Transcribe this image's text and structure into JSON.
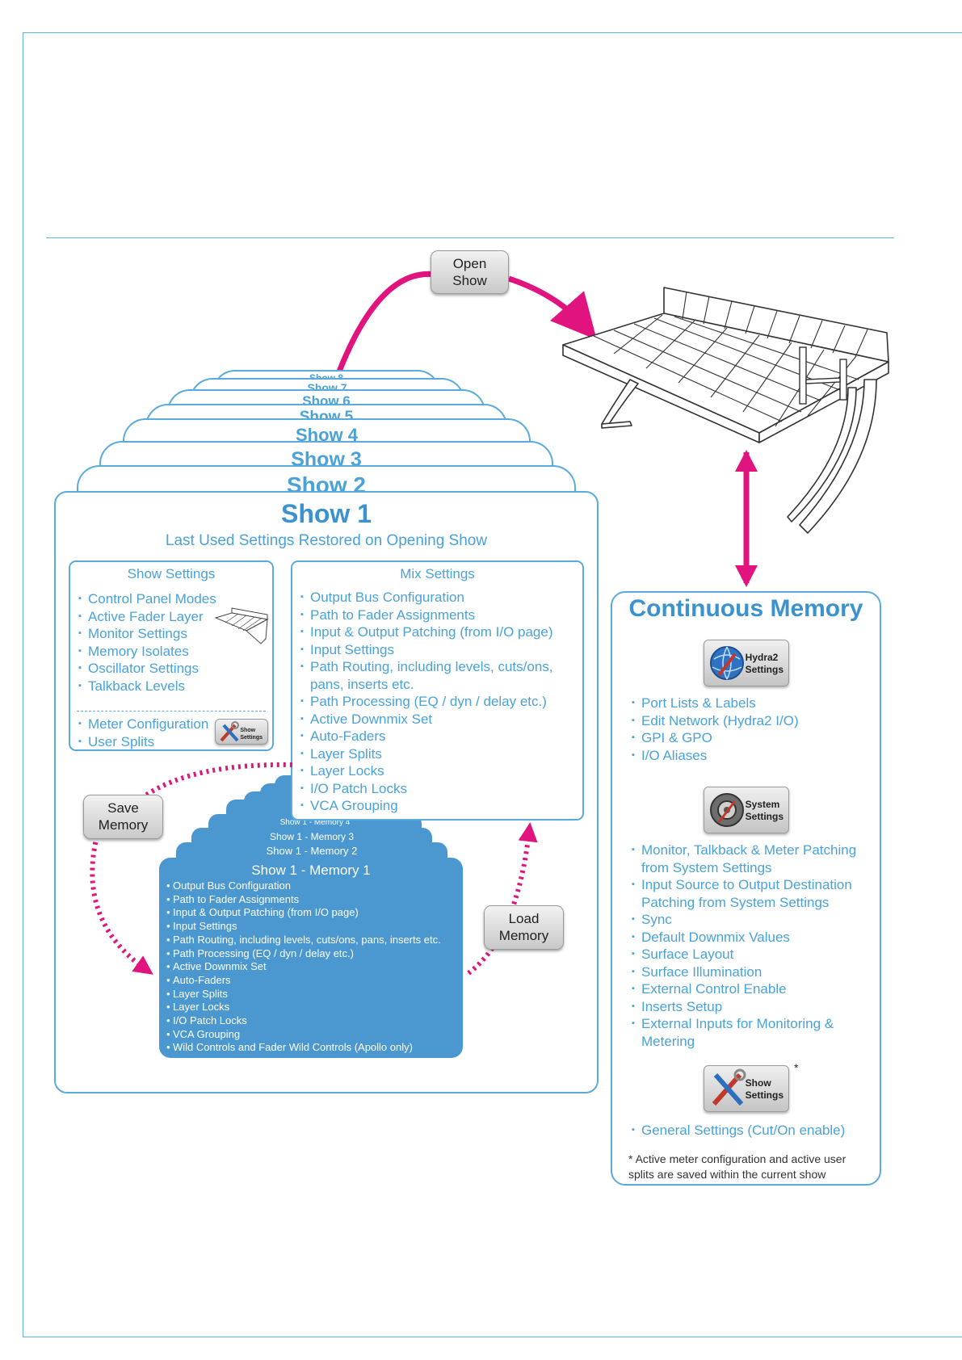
{
  "buttons": {
    "open_show": [
      "Open",
      "Show"
    ],
    "save_memory": [
      "Save",
      "Memory"
    ],
    "load_memory": [
      "Load",
      "Memory"
    ]
  },
  "show_stack": [
    "Show 8",
    "Show 7",
    "Show 6",
    "Show 5",
    "Show 4",
    "Show 3",
    "Show 2"
  ],
  "show1": {
    "title": "Show 1",
    "subtitle": "Last Used Settings Restored on Opening Show",
    "show_settings": {
      "title": "Show Settings",
      "items": [
        "Control Panel Modes",
        "Active Fader Layer",
        "Monitor Settings",
        "Memory Isolates",
        "Oscillator Settings",
        "Talkback Levels"
      ],
      "items2": [
        "Meter Configuration",
        "User Splits"
      ],
      "icon_label": [
        "Show",
        "Settings"
      ]
    },
    "mix_settings": {
      "title": "Mix Settings",
      "items": [
        "Output Bus Configuration",
        "Path to Fader Assignments",
        "Input & Output Patching (from I/O page)",
        "Input Settings",
        "Path Routing, including levels, cuts/ons, pans, inserts etc.",
        "Path Processing (EQ / dyn / delay etc.)",
        "Active Downmix Set",
        "Auto-Faders",
        "Layer Splits",
        "Layer Locks",
        "I/O Patch Locks",
        "VCA Grouping"
      ]
    }
  },
  "memory_stack": [
    "Show 1 - Memory 4",
    "Show 1 - Memory 3",
    "Show 1 - Memory 2"
  ],
  "memory1": {
    "title": "Show 1 - Memory 1",
    "items": [
      "Output Bus Configuration",
      "Path to Fader Assignments",
      "Input & Output Patching (from I/O page)",
      "Input Settings",
      "Path Routing, including levels, cuts/ons, pans, inserts etc.",
      "Path Processing (EQ / dyn / delay etc.)",
      "Active Downmix Set",
      "Auto-Faders",
      "Layer Splits",
      "Layer Locks",
      "I/O Patch Locks",
      "VCA Grouping",
      "Wild Controls and Fader Wild Controls (Apollo only)"
    ]
  },
  "continuous_memory": {
    "title": "Continuous Memory",
    "hydra": {
      "icon_label": [
        "Hydra2",
        "Settings"
      ],
      "items": [
        "Port Lists & Labels",
        "Edit Network (Hydra2 I/O)",
        "GPI & GPO",
        "I/O Aliases"
      ]
    },
    "system": {
      "icon_label": [
        "System",
        "Settings"
      ],
      "items": [
        "Monitor, Talkback & Meter Patching from System Settings",
        "Input Source to Output Destination Patching from System Settings",
        "Sync",
        "Default Downmix Values",
        "Surface Layout",
        "Surface Illumination",
        "External Control Enable",
        "Inserts Setup",
        "External Inputs for Monitoring & Metering"
      ]
    },
    "show": {
      "icon_label": [
        "Show",
        "Settings"
      ],
      "asterisk": "*",
      "items": [
        "General Settings (Cut/On enable)"
      ]
    },
    "footnote": "* Active meter configuration and active user splits are saved within the current show"
  },
  "colors": {
    "accent": "#4aa2d8",
    "arrow": "#e0137f",
    "memory_fill": "#4a98cf"
  }
}
